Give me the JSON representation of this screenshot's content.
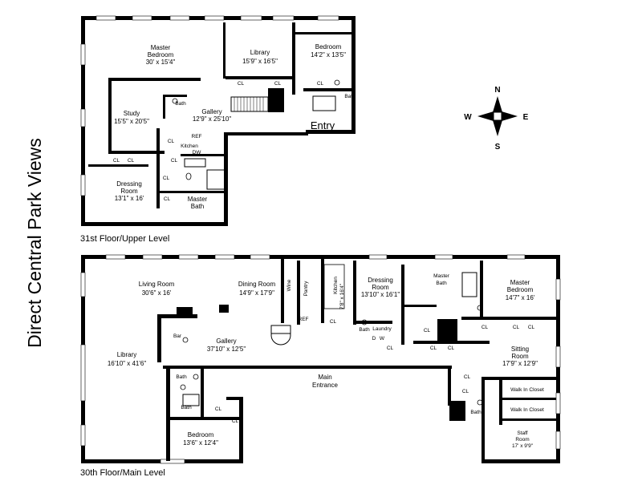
{
  "side_title": "Direct Central Park Views",
  "levels": {
    "upper_caption": "31st Floor/Upper Level",
    "main_caption": "30th Floor/Main Level"
  },
  "compass": {
    "n": "N",
    "s": "S",
    "e": "E",
    "w": "W"
  },
  "upper_rooms": {
    "master_bedroom": {
      "name": "Master Bedroom",
      "dims": "30' x 15'4\""
    },
    "library": {
      "name": "Library",
      "dims": "15'9\" x 16'5\""
    },
    "bedroom": {
      "name": "Bedroom",
      "dims": "14'2\" x 13'5\""
    },
    "study": {
      "name": "Study",
      "dims": "15'5\" x 20'5\""
    },
    "gallery": {
      "name": "Gallery",
      "dims": "12'9\" x 25'10\""
    },
    "dressing_room": {
      "name": "Dressing Room",
      "dims": "13'1\" x 16'"
    },
    "master_bath": {
      "name": "Master Bath"
    },
    "kitchen": {
      "name": "Kitchen"
    },
    "bath_left": {
      "name": "Bath"
    },
    "bath_right": {
      "name": "Bath"
    },
    "entry": {
      "name": "Entry"
    }
  },
  "main_rooms": {
    "living_room": {
      "name": "Living Room",
      "dims": "30'6\" x 16'"
    },
    "dining_room": {
      "name": "Dining Room",
      "dims": "14'9\" x 17'9\""
    },
    "pantry": {
      "name": "Pantry"
    },
    "wine": {
      "name": "Wine"
    },
    "kitchen": {
      "name": "Kitchen",
      "dims": "7'8\" x 16'4\""
    },
    "dressing_room": {
      "name": "Dressing Room",
      "dims": "13'10\" x 16'1\""
    },
    "master_bath": {
      "name": "Master Bath"
    },
    "master_bedroom": {
      "name": "Master Bedroom",
      "dims": "14'7\" x 16'"
    },
    "bar": {
      "name": "Bar"
    },
    "gallery": {
      "name": "Gallery",
      "dims": "37'10\" x 12'5\""
    },
    "library": {
      "name": "Library",
      "dims": "16'10\" x 41'6\""
    },
    "laundry": {
      "name": "Laundry"
    },
    "sitting_room": {
      "name": "Sitting Room",
      "dims": "17'9\" x 12'9\""
    },
    "main_entrance": {
      "name": "Main Entrance"
    },
    "walk_in_closet_1": {
      "name": "Walk In Closet"
    },
    "walk_in_closet_2": {
      "name": "Walk In Closet"
    },
    "bath_1": {
      "name": "Bath"
    },
    "bath_2": {
      "name": "Bath"
    },
    "bath_3": {
      "name": "Bath"
    },
    "bath_4": {
      "name": "Bath"
    },
    "bedroom": {
      "name": "Bedroom",
      "dims": "13'6\" x 12'4\""
    },
    "staff_room": {
      "name": "Staff Room",
      "dims": "17' x 9'9\""
    }
  },
  "fixtures": {
    "closet": "CL",
    "refrigerator": "REF",
    "dishwasher": "DW",
    "washer": "W",
    "dryer": "D"
  }
}
